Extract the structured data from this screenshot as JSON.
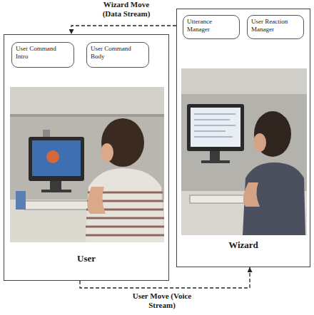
{
  "diagram": {
    "nodes": [
      {
        "text": [
          "User"
        ]
      },
      {
        "text": [
          "User Command Intro"
        ],
        "in": 0
      },
      {
        "text": [
          "User Command Body"
        ],
        "in": 0
      },
      {
        "text": [
          "Wizard"
        ]
      },
      {
        "text": [
          "Utterance Manager"
        ],
        "in": 3
      },
      {
        "text": [
          "User Reaction Manager"
        ],
        "in": 3
      }
    ],
    "edges": [
      {
        "from": 3,
        "to": 0,
        "label": "Wizard Move (Data Stream)",
        "arrow": "to"
      },
      {
        "from": 0,
        "to": 3,
        "label": "User Move (Voice Stream)",
        "arrow": "to"
      }
    ]
  }
}
